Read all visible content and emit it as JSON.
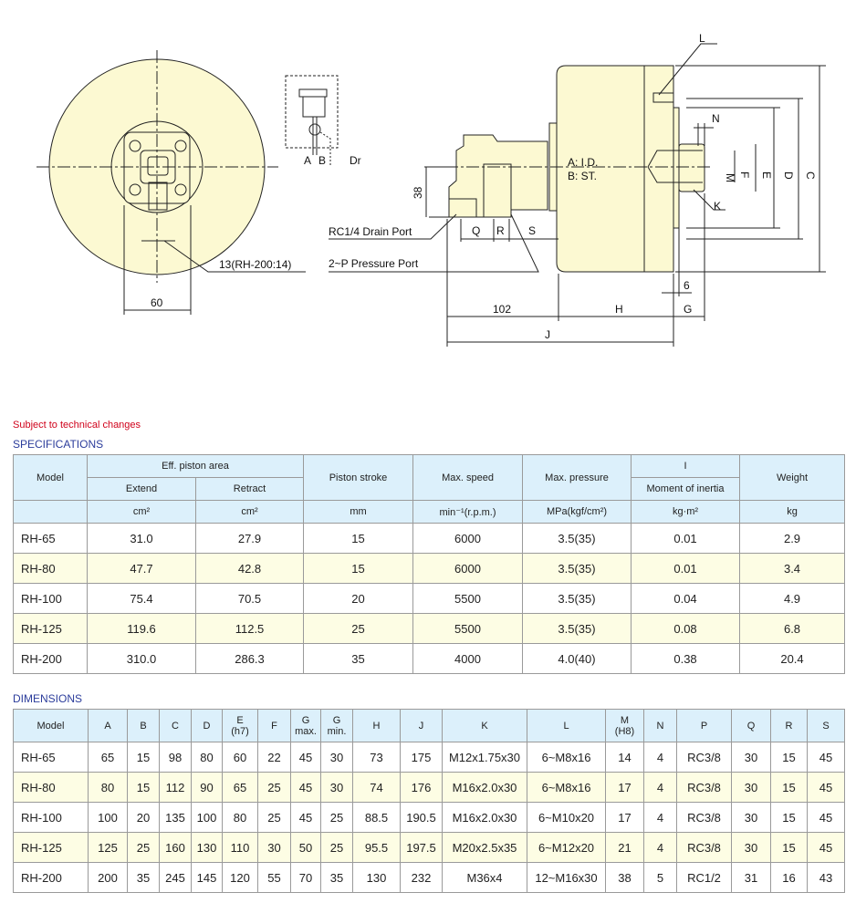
{
  "drawing": {
    "dim_60": "60",
    "dim_13": "13(RH-200:14)",
    "schem_a": "A",
    "schem_b": "B",
    "schem_dr": "Dr",
    "dim_38": "38",
    "label_ad": "A: I.D.",
    "label_bst": "B: ST.",
    "drain_port": "RC1/4  Drain Port",
    "pressure_port": "2~P  Pressure Port",
    "q": "Q",
    "r": "R",
    "s": "S",
    "l": "L",
    "n": "N",
    "k": "K",
    "m": "M",
    "f": "F",
    "e": "E",
    "d": "D",
    "c": "C",
    "dim_6": "6",
    "dim_102": "102",
    "h": "H",
    "g": "G",
    "j": "J"
  },
  "note": "Subject to technical changes",
  "spec": {
    "title": "SPECIFICATIONS",
    "headers": {
      "model": "Model",
      "eff": "Eff. piston area",
      "extend": "Extend",
      "retract": "Retract",
      "stroke": "Piston stroke",
      "speed": "Max. speed",
      "pressure": "Max. pressure",
      "i": "I",
      "inertia": "Moment of inertia",
      "weight": "Weight"
    },
    "units": [
      "cm²",
      "cm²",
      "mm",
      "min⁻¹(r.p.m.)",
      "MPa(kgf/cm²)",
      "kg·m²",
      "kg"
    ],
    "rows": [
      [
        "RH-65",
        "31.0",
        "27.9",
        "15",
        "6000",
        "3.5(35)",
        "0.01",
        "2.9"
      ],
      [
        "RH-80",
        "47.7",
        "42.8",
        "15",
        "6000",
        "3.5(35)",
        "0.01",
        "3.4"
      ],
      [
        "RH-100",
        "75.4",
        "70.5",
        "20",
        "5500",
        "3.5(35)",
        "0.04",
        "4.9"
      ],
      [
        "RH-125",
        "119.6",
        "112.5",
        "25",
        "5500",
        "3.5(35)",
        "0.08",
        "6.8"
      ],
      [
        "RH-200",
        "310.0",
        "286.3",
        "35",
        "4000",
        "4.0(40)",
        "0.38",
        "20.4"
      ]
    ]
  },
  "dims": {
    "title": "DIMENSIONS",
    "headers": [
      [
        "Model",
        ""
      ],
      [
        "A",
        ""
      ],
      [
        "B",
        ""
      ],
      [
        "C",
        ""
      ],
      [
        "D",
        ""
      ],
      [
        "E",
        "(h7)"
      ],
      [
        "F",
        ""
      ],
      [
        "G",
        "max."
      ],
      [
        "G",
        "min."
      ],
      [
        "H",
        ""
      ],
      [
        "J",
        ""
      ],
      [
        "K",
        ""
      ],
      [
        "L",
        ""
      ],
      [
        "M",
        "(H8)"
      ],
      [
        "N",
        ""
      ],
      [
        "P",
        ""
      ],
      [
        "Q",
        ""
      ],
      [
        "R",
        ""
      ],
      [
        "S",
        ""
      ]
    ],
    "rows": [
      [
        "RH-65",
        "65",
        "15",
        "98",
        "80",
        "60",
        "22",
        "45",
        "30",
        "73",
        "175",
        "M12x1.75x30",
        "6~M8x16",
        "14",
        "4",
        "RC3/8",
        "30",
        "15",
        "45"
      ],
      [
        "RH-80",
        "80",
        "15",
        "112",
        "90",
        "65",
        "25",
        "45",
        "30",
        "74",
        "176",
        "M16x2.0x30",
        "6~M8x16",
        "17",
        "4",
        "RC3/8",
        "30",
        "15",
        "45"
      ],
      [
        "RH-100",
        "100",
        "20",
        "135",
        "100",
        "80",
        "25",
        "45",
        "25",
        "88.5",
        "190.5",
        "M16x2.0x30",
        "6~M10x20",
        "17",
        "4",
        "RC3/8",
        "30",
        "15",
        "45"
      ],
      [
        "RH-125",
        "125",
        "25",
        "160",
        "130",
        "110",
        "30",
        "50",
        "25",
        "95.5",
        "197.5",
        "M20x2.5x35",
        "6~M12x20",
        "21",
        "4",
        "RC3/8",
        "30",
        "15",
        "45"
      ],
      [
        "RH-200",
        "200",
        "35",
        "245",
        "145",
        "120",
        "55",
        "70",
        "35",
        "130",
        "232",
        "M36x4",
        "12~M16x30",
        "38",
        "5",
        "RC1/2",
        "31",
        "16",
        "43"
      ]
    ]
  }
}
